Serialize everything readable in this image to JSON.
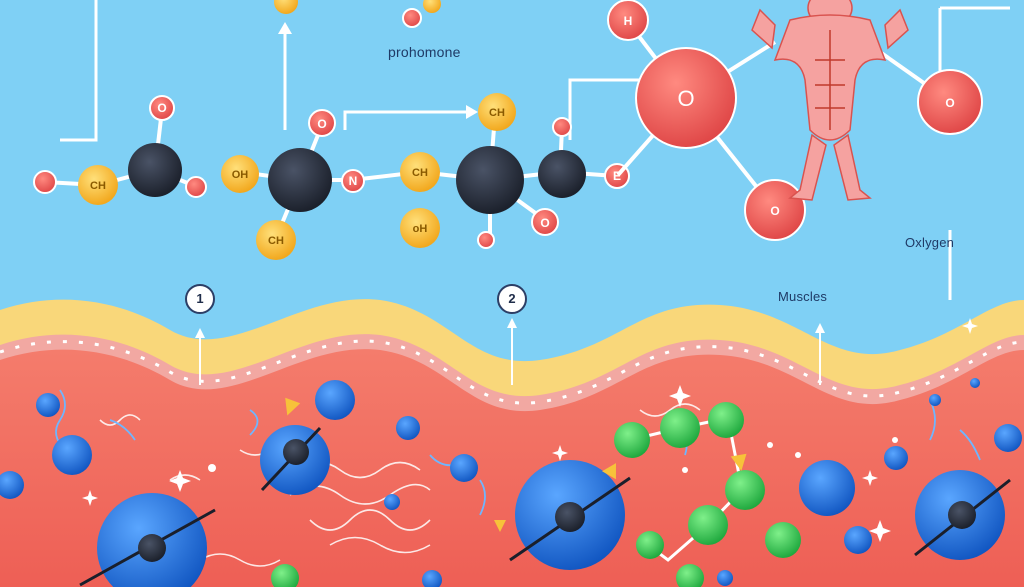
{
  "labels": {
    "prohormone": "prohomone",
    "muscles": "Muscles",
    "oxygen": "Oxlygen"
  },
  "steps": [
    "1",
    "2"
  ],
  "atoms": {
    "ch": "CH",
    "oh": "OH",
    "oh2": "oH",
    "o": "O",
    "h": "H",
    "e": "E",
    "n": "N"
  },
  "colors": {
    "sky": "#7fd0f5",
    "membrane": "#f9d77a",
    "tissue": "#f06a5c",
    "carbon": "#2b3140",
    "oxygen": "#f06060",
    "hydrogen": "#f7c23a",
    "blue_cell": "#2e7ae0",
    "green_chain": "#3cc95a"
  }
}
